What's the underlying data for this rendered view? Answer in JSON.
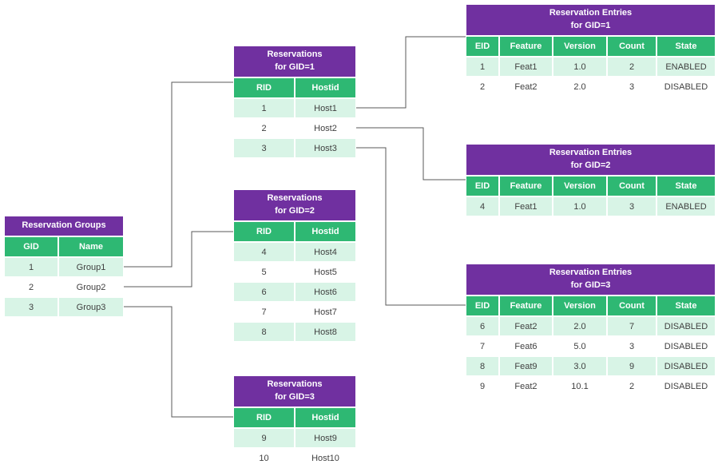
{
  "colors": {
    "title_purple": "#7030a0",
    "header_green": "#2eb873",
    "row_light_green": "#d8f4e6",
    "row_white": "#ffffff",
    "connector_gray": "#595959"
  },
  "groups_table": {
    "title": "Reservation Groups",
    "columns": [
      "GID",
      "Name"
    ],
    "rows": [
      [
        "1",
        "Group1"
      ],
      [
        "2",
        "Group2"
      ],
      [
        "3",
        "Group3"
      ]
    ]
  },
  "reservations": [
    {
      "title_line1": "Reservations",
      "title_line2": "for GID=1",
      "columns": [
        "RID",
        "Hostid"
      ],
      "rows": [
        [
          "1",
          "Host1"
        ],
        [
          "2",
          "Host2"
        ],
        [
          "3",
          "Host3"
        ]
      ]
    },
    {
      "title_line1": "Reservations",
      "title_line2": "for GID=2",
      "columns": [
        "RID",
        "Hostid"
      ],
      "rows": [
        [
          "4",
          "Host4"
        ],
        [
          "5",
          "Host5"
        ],
        [
          "6",
          "Host6"
        ],
        [
          "7",
          "Host7"
        ],
        [
          "8",
          "Host8"
        ]
      ]
    },
    {
      "title_line1": "Reservations",
      "title_line2": "for GID=3",
      "columns": [
        "RID",
        "Hostid"
      ],
      "rows": [
        [
          "9",
          "Host9"
        ],
        [
          "10",
          "Host10"
        ]
      ]
    }
  ],
  "entries": [
    {
      "title_line1": "Reservation Entries",
      "title_line2": "for GID=1",
      "columns": [
        "EID",
        "Feature",
        "Version",
        "Count",
        "State"
      ],
      "rows": [
        [
          "1",
          "Feat1",
          "1.0",
          "2",
          "ENABLED"
        ],
        [
          "2",
          "Feat2",
          "2.0",
          "3",
          "DISABLED"
        ]
      ]
    },
    {
      "title_line1": "Reservation Entries",
      "title_line2": "for GID=2",
      "columns": [
        "EID",
        "Feature",
        "Version",
        "Count",
        "State"
      ],
      "rows": [
        [
          "4",
          "Feat1",
          "1.0",
          "3",
          "ENABLED"
        ]
      ]
    },
    {
      "title_line1": "Reservation Entries",
      "title_line2": "for GID=3",
      "columns": [
        "EID",
        "Feature",
        "Version",
        "Count",
        "State"
      ],
      "rows": [
        [
          "6",
          "Feat2",
          "2.0",
          "7",
          "DISABLED"
        ],
        [
          "7",
          "Feat6",
          "5.0",
          "3",
          "DISABLED"
        ],
        [
          "8",
          "Feat9",
          "3.0",
          "9",
          "DISABLED"
        ],
        [
          "9",
          "Feat2",
          "10.1",
          "2",
          "DISABLED"
        ]
      ]
    }
  ],
  "connections": [
    {
      "from": "Group1",
      "to": "Reservations for GID=1"
    },
    {
      "from": "Group2",
      "to": "Reservations for GID=2"
    },
    {
      "from": "Group3",
      "to": "Reservations for GID=3"
    },
    {
      "from": "Host1",
      "to": "Reservation Entries for GID=1"
    },
    {
      "from": "Host2",
      "to": "Reservation Entries for GID=2"
    },
    {
      "from": "Host3",
      "to": "Reservation Entries for GID=3"
    }
  ]
}
